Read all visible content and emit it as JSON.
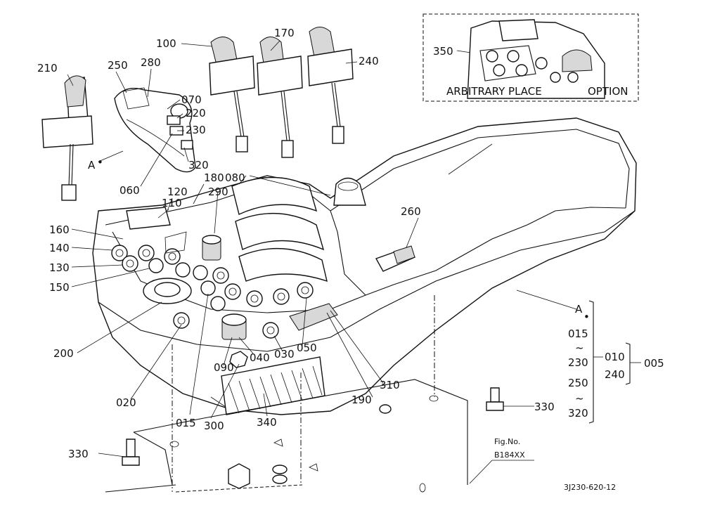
{
  "labels": {
    "p005": "005",
    "p010": "010",
    "p015a": "015",
    "p015b": "015",
    "p020": "020",
    "p030": "030",
    "p040": "040",
    "p050": "050",
    "p060": "060",
    "p070": "070",
    "p080": "080",
    "p090": "090",
    "p100": "100",
    "p110": "110",
    "p120": "120",
    "p130": "130",
    "p140": "140",
    "p150": "150",
    "p160": "160",
    "p170": "170",
    "p180": "180",
    "p190": "190",
    "p200": "200",
    "p210": "210",
    "p220": "220",
    "p230a": "230",
    "p230b": "230",
    "p240a": "240",
    "p240b": "240",
    "p250a": "250",
    "p250b": "250",
    "p260": "260",
    "p280": "280",
    "p290": "290",
    "p300": "300",
    "p310": "310",
    "p320a": "320",
    "p320b": "320",
    "p330a": "330",
    "p330b": "330",
    "p340": "340",
    "p350": "350",
    "refA1": "A",
    "refA2": "A",
    "tilde1": "~",
    "tilde2": "~",
    "dot": "•"
  },
  "inset": {
    "arbitrary_place": "ARBITRARY PLACE",
    "option": "OPTION"
  },
  "figure": {
    "fig_label": "Fig.No.",
    "fig_no": "B184XX",
    "drawing_id": "3J230-620-12"
  }
}
